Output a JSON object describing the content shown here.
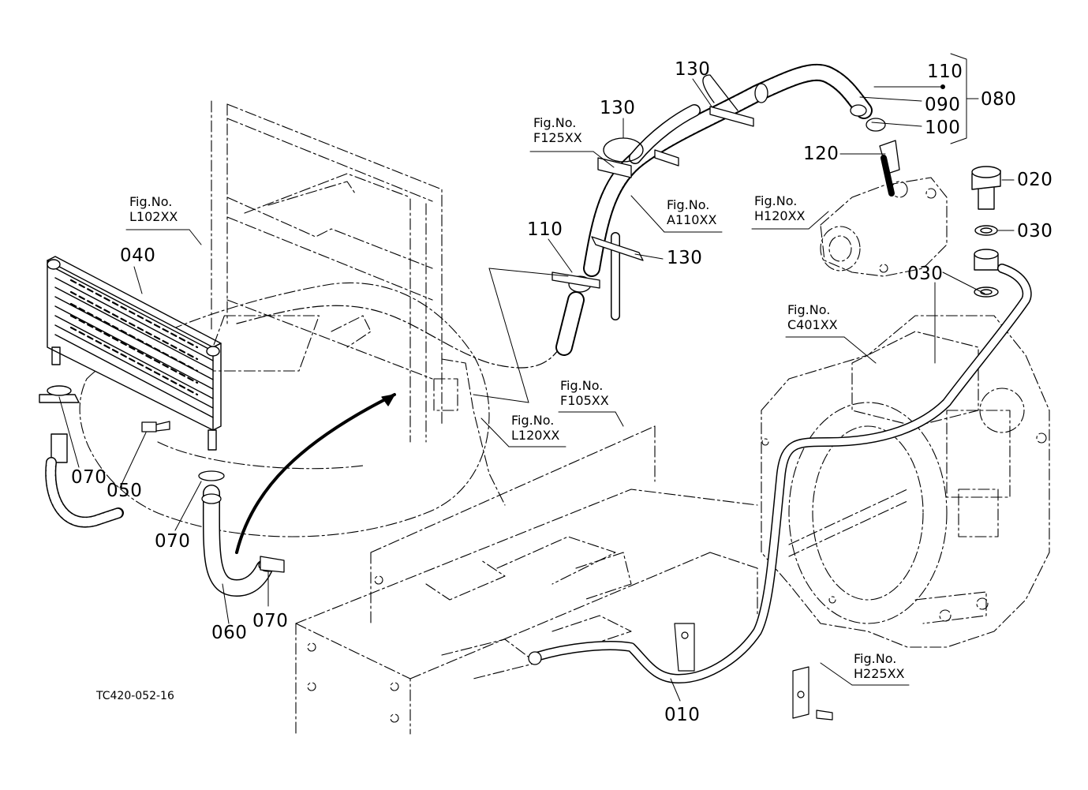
{
  "diagram": {
    "code": "TC420-052-16",
    "fig_refs": [
      {
        "id": "f125",
        "l1": "Fig.No.",
        "l2": "F125XX"
      },
      {
        "id": "a110",
        "l1": "Fig.No.",
        "l2": "A110XX"
      },
      {
        "id": "l102",
        "l1": "Fig.No.",
        "l2": "L102XX"
      },
      {
        "id": "h120",
        "l1": "Fig.No.",
        "l2": "H120XX"
      },
      {
        "id": "c401",
        "l1": "Fig.No.",
        "l2": "C401XX"
      },
      {
        "id": "f105",
        "l1": "Fig.No.",
        "l2": "F105XX"
      },
      {
        "id": "l120",
        "l1": "Fig.No.",
        "l2": "L120XX"
      },
      {
        "id": "h225",
        "l1": "Fig.No.",
        "l2": "H225XX"
      }
    ],
    "parts": [
      {
        "id": "p130a",
        "num": "130"
      },
      {
        "id": "p130b",
        "num": "130"
      },
      {
        "id": "p130c",
        "num": "130"
      },
      {
        "id": "p110a",
        "num": "110"
      },
      {
        "id": "p090",
        "num": "090"
      },
      {
        "id": "p100",
        "num": "100"
      },
      {
        "id": "p080",
        "num": "080"
      },
      {
        "id": "p120",
        "num": "120"
      },
      {
        "id": "p020",
        "num": "020"
      },
      {
        "id": "p030a",
        "num": "030"
      },
      {
        "id": "p030b",
        "num": "030"
      },
      {
        "id": "p110b",
        "num": "110"
      },
      {
        "id": "p040",
        "num": "040"
      },
      {
        "id": "p070a",
        "num": "070"
      },
      {
        "id": "p050",
        "num": "050"
      },
      {
        "id": "p070b",
        "num": "070"
      },
      {
        "id": "p070c",
        "num": "070"
      },
      {
        "id": "p060",
        "num": "060"
      },
      {
        "id": "p010",
        "num": "010"
      }
    ]
  }
}
